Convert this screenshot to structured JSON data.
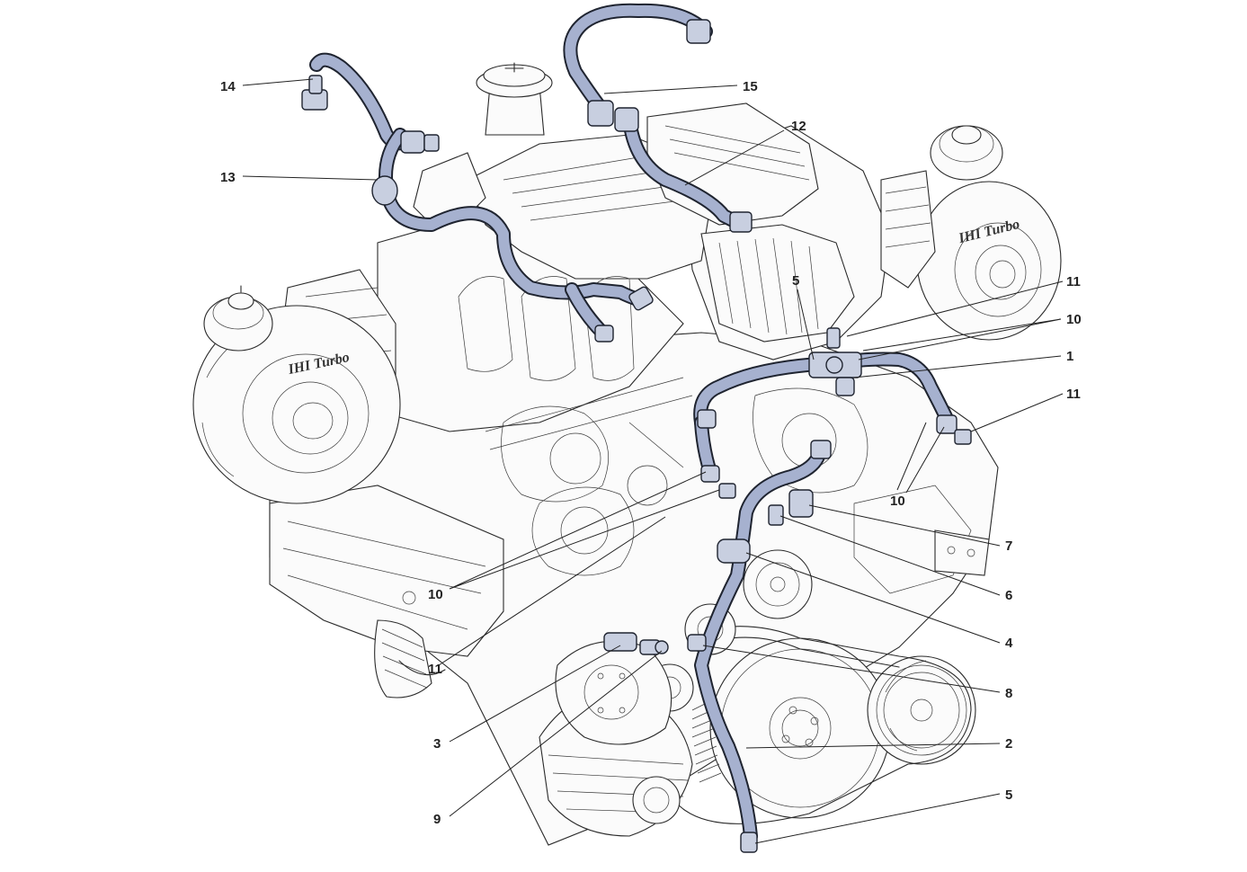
{
  "colors": {
    "hose": "#a6b1cf",
    "outline": "#1f2430",
    "engine_line": "#2a2a2a",
    "background": "#ffffff"
  },
  "turbo_text": "IHI Turbo",
  "callouts": [
    {
      "id": "c14",
      "text": "14"
    },
    {
      "id": "c15",
      "text": "15"
    },
    {
      "id": "c12",
      "text": "12"
    },
    {
      "id": "c13",
      "text": "13"
    },
    {
      "id": "c5a",
      "text": "5"
    },
    {
      "id": "c11a",
      "text": "11"
    },
    {
      "id": "c10a",
      "text": "10"
    },
    {
      "id": "c1",
      "text": "1"
    },
    {
      "id": "c11b",
      "text": "11"
    },
    {
      "id": "c10b",
      "text": "10"
    },
    {
      "id": "c7",
      "text": "7"
    },
    {
      "id": "c6",
      "text": "6"
    },
    {
      "id": "c10c",
      "text": "10"
    },
    {
      "id": "c4",
      "text": "4"
    },
    {
      "id": "c11c",
      "text": "11"
    },
    {
      "id": "c8",
      "text": "8"
    },
    {
      "id": "c3",
      "text": "3"
    },
    {
      "id": "c2",
      "text": "2"
    },
    {
      "id": "c9",
      "text": "9"
    },
    {
      "id": "c5b",
      "text": "5"
    }
  ]
}
